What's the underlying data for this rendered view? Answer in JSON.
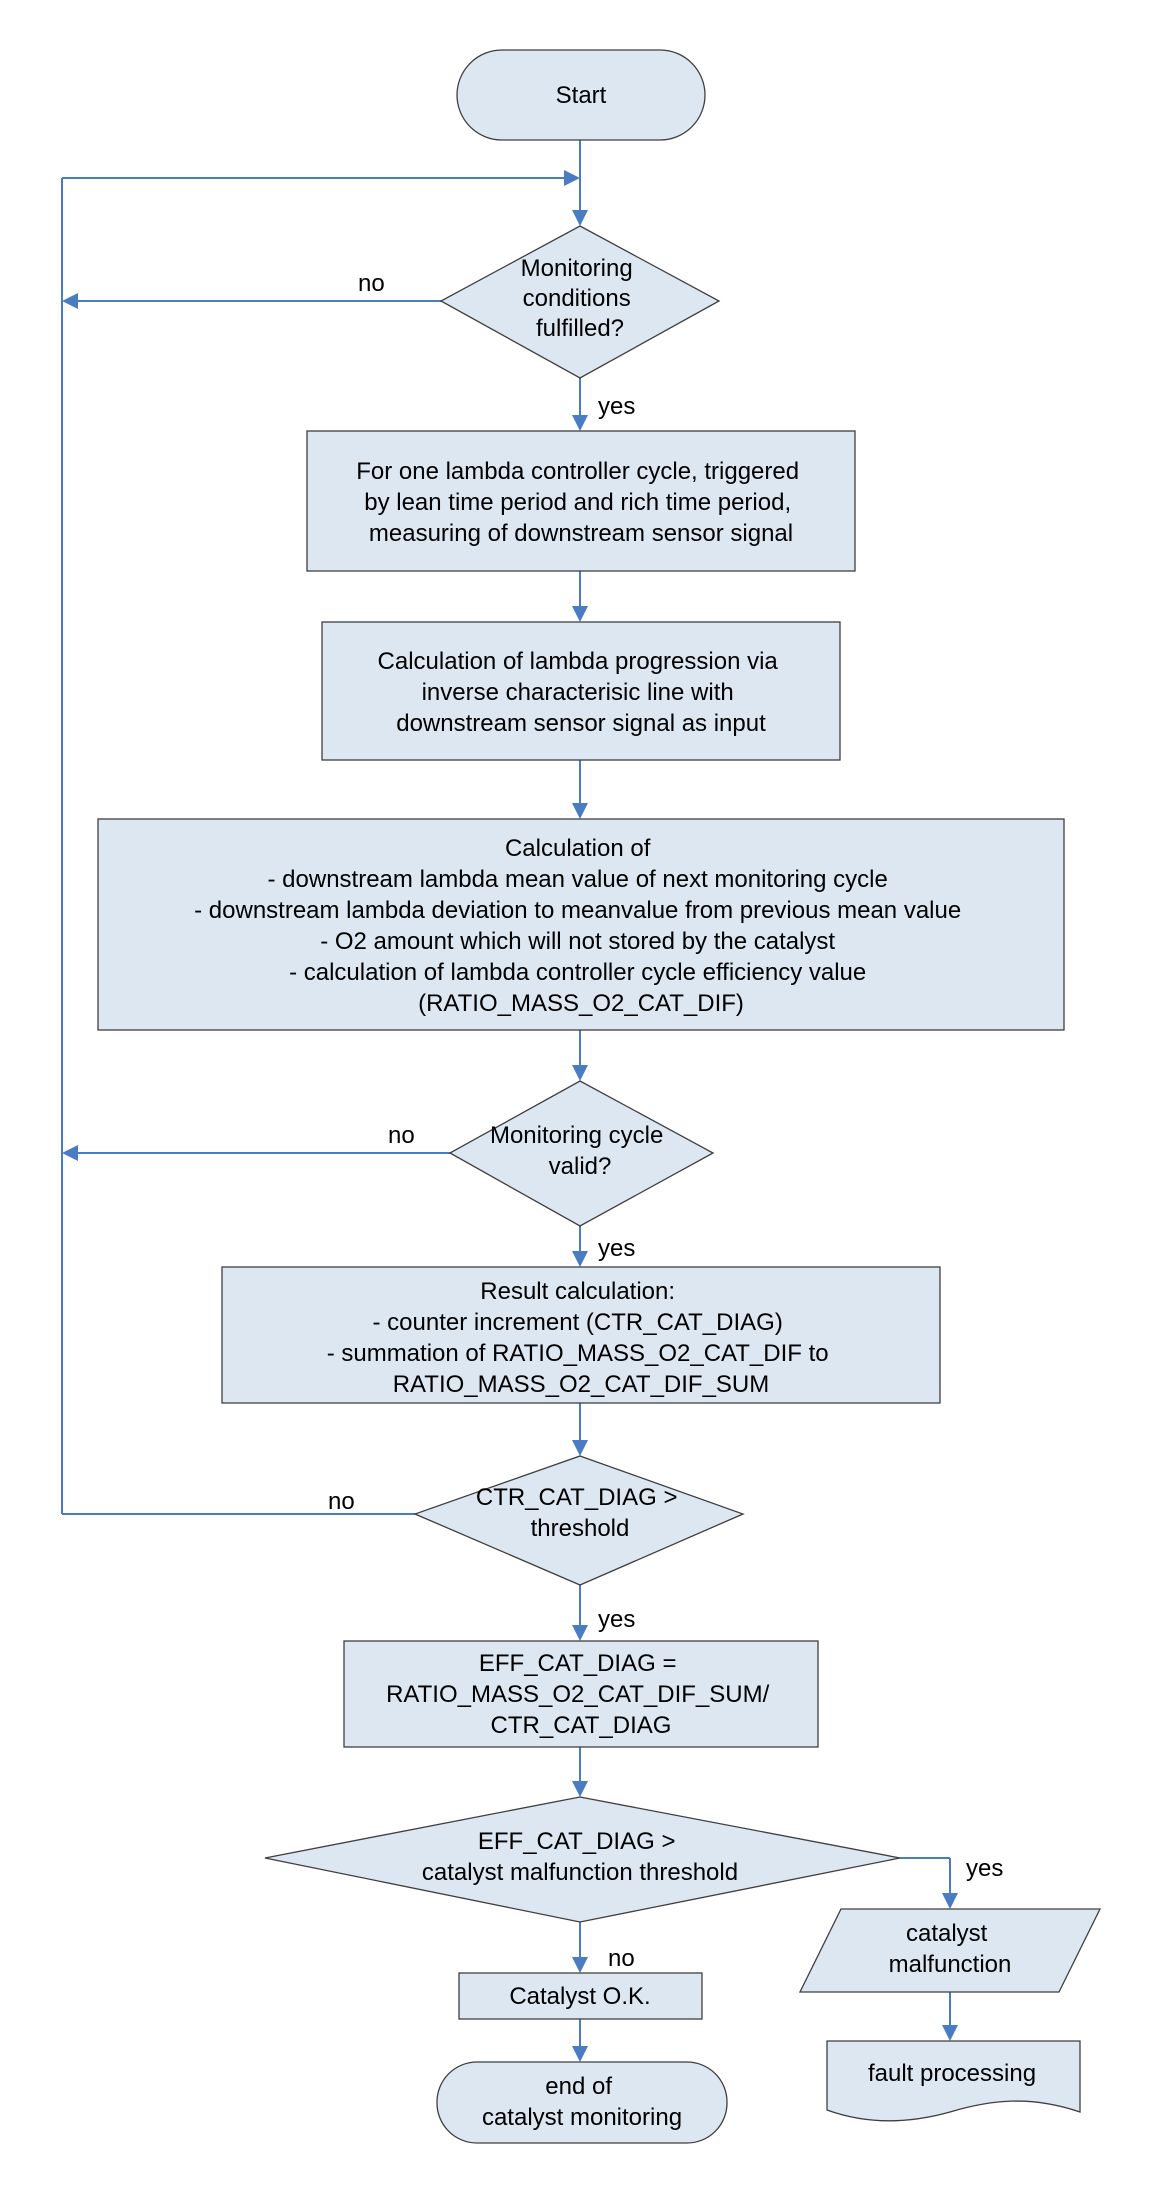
{
  "nodes": {
    "start": [
      "Start"
    ],
    "monitoring_conditions": [
      "Monitoring",
      "conditions",
      "fulfilled?"
    ],
    "measure_signal": [
      "For one lambda controller cycle, triggered",
      "by lean time period and rich time period,",
      "measuring of downstream sensor signal"
    ],
    "lambda_progression": [
      "Calculation of lambda progression via",
      "inverse characterisic line with",
      "downstream sensor signal as input"
    ],
    "calculation_of": [
      "Calculation of",
      "- downstream lambda mean value of next monitoring cycle",
      "- downstream lambda deviation to meanvalue from previous mean value",
      "- O2 amount which will not stored by the catalyst",
      "- calculation of lambda controller cycle efficiency value",
      "(RATIO_MASS_O2_CAT_DIF)"
    ],
    "cycle_valid": [
      "Monitoring cycle",
      "valid?"
    ],
    "result_calc": [
      "Result calculation:",
      "- counter increment (CTR_CAT_DIAG)",
      "- summation of RATIO_MASS_O2_CAT_DIF to",
      "RATIO_MASS_O2_CAT_DIF_SUM"
    ],
    "ctr_threshold": [
      "CTR_CAT_DIAG >",
      "threshold"
    ],
    "eff_calc": [
      "EFF_CAT_DIAG =",
      "RATIO_MASS_O2_CAT_DIF_SUM/",
      "CTR_CAT_DIAG"
    ],
    "eff_threshold": [
      "EFF_CAT_DIAG >",
      "catalyst malfunction threshold"
    ],
    "catalyst_ok": [
      "Catalyst O.K."
    ],
    "catalyst_malfunction": [
      "catalyst",
      "malfunction"
    ],
    "end": [
      "end of",
      "catalyst monitoring"
    ],
    "fault_processing": [
      "fault processing"
    ]
  },
  "edge_labels": {
    "conditions_no": "no",
    "conditions_yes": "yes",
    "valid_no": "no",
    "valid_yes": "yes",
    "ctr_no": "no",
    "ctr_yes": "yes",
    "eff_yes": "yes",
    "eff_no": "no"
  },
  "colors": {
    "node_fill": "#dde7f2",
    "node_stroke": "#3f3f3f",
    "connector": "#4a7cc2"
  }
}
